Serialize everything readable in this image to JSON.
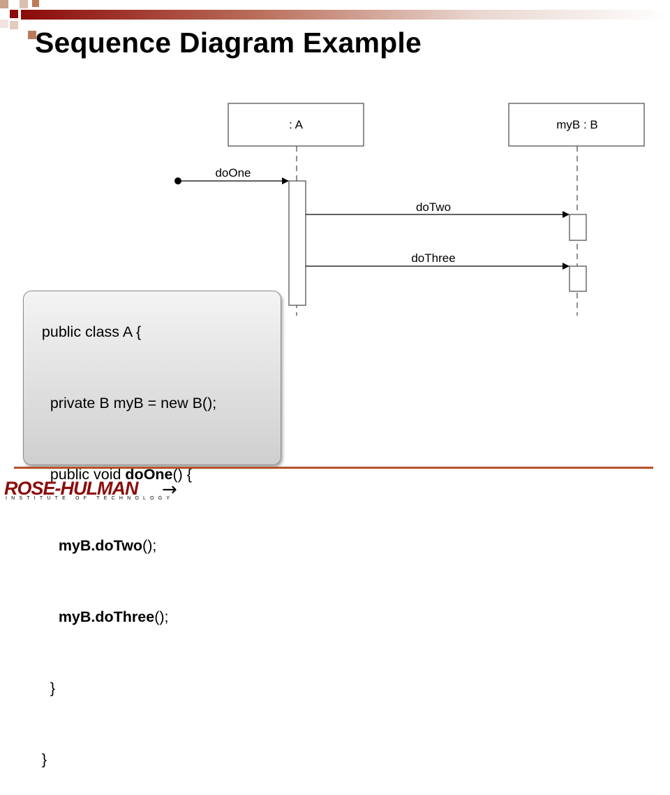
{
  "slide": {
    "title": "Sequence Diagram Example",
    "accent_color": "#8b0a0a",
    "footer_rule_color": "#b5502a"
  },
  "diagram": {
    "lifelines": [
      {
        "label": ": A"
      },
      {
        "label": "myB : B"
      }
    ],
    "messages": [
      {
        "label": "doOne",
        "from": "found",
        "to": ": A"
      },
      {
        "label": "doTwo",
        "from": ": A",
        "to": "myB : B"
      },
      {
        "label": "doThree",
        "from": ": A",
        "to": "myB : B"
      }
    ]
  },
  "code": {
    "lines": [
      {
        "segments": [
          {
            "text": "public class A {",
            "bold": false
          }
        ]
      },
      {
        "segments": [
          {
            "text": "  private B myB = new B();",
            "bold": false
          }
        ]
      },
      {
        "segments": [
          {
            "text": "  public void ",
            "bold": false
          },
          {
            "text": "doOne",
            "bold": true
          },
          {
            "text": "() {",
            "bold": false
          }
        ]
      },
      {
        "segments": [
          {
            "text": "    ",
            "bold": false
          },
          {
            "text": "myB.doTwo",
            "bold": true
          },
          {
            "text": "();",
            "bold": false
          }
        ]
      },
      {
        "segments": [
          {
            "text": "    ",
            "bold": false
          },
          {
            "text": "myB.doThree",
            "bold": true
          },
          {
            "text": "();",
            "bold": false
          }
        ]
      },
      {
        "segments": [
          {
            "text": "  }",
            "bold": false
          }
        ]
      },
      {
        "segments": [
          {
            "text": "}",
            "bold": false
          }
        ]
      }
    ]
  },
  "footer": {
    "logo_main": "ROSE-HULMAN",
    "logo_sub": "INSTITUTE OF TECHNOLOGY",
    "nav_arrow": "→"
  }
}
